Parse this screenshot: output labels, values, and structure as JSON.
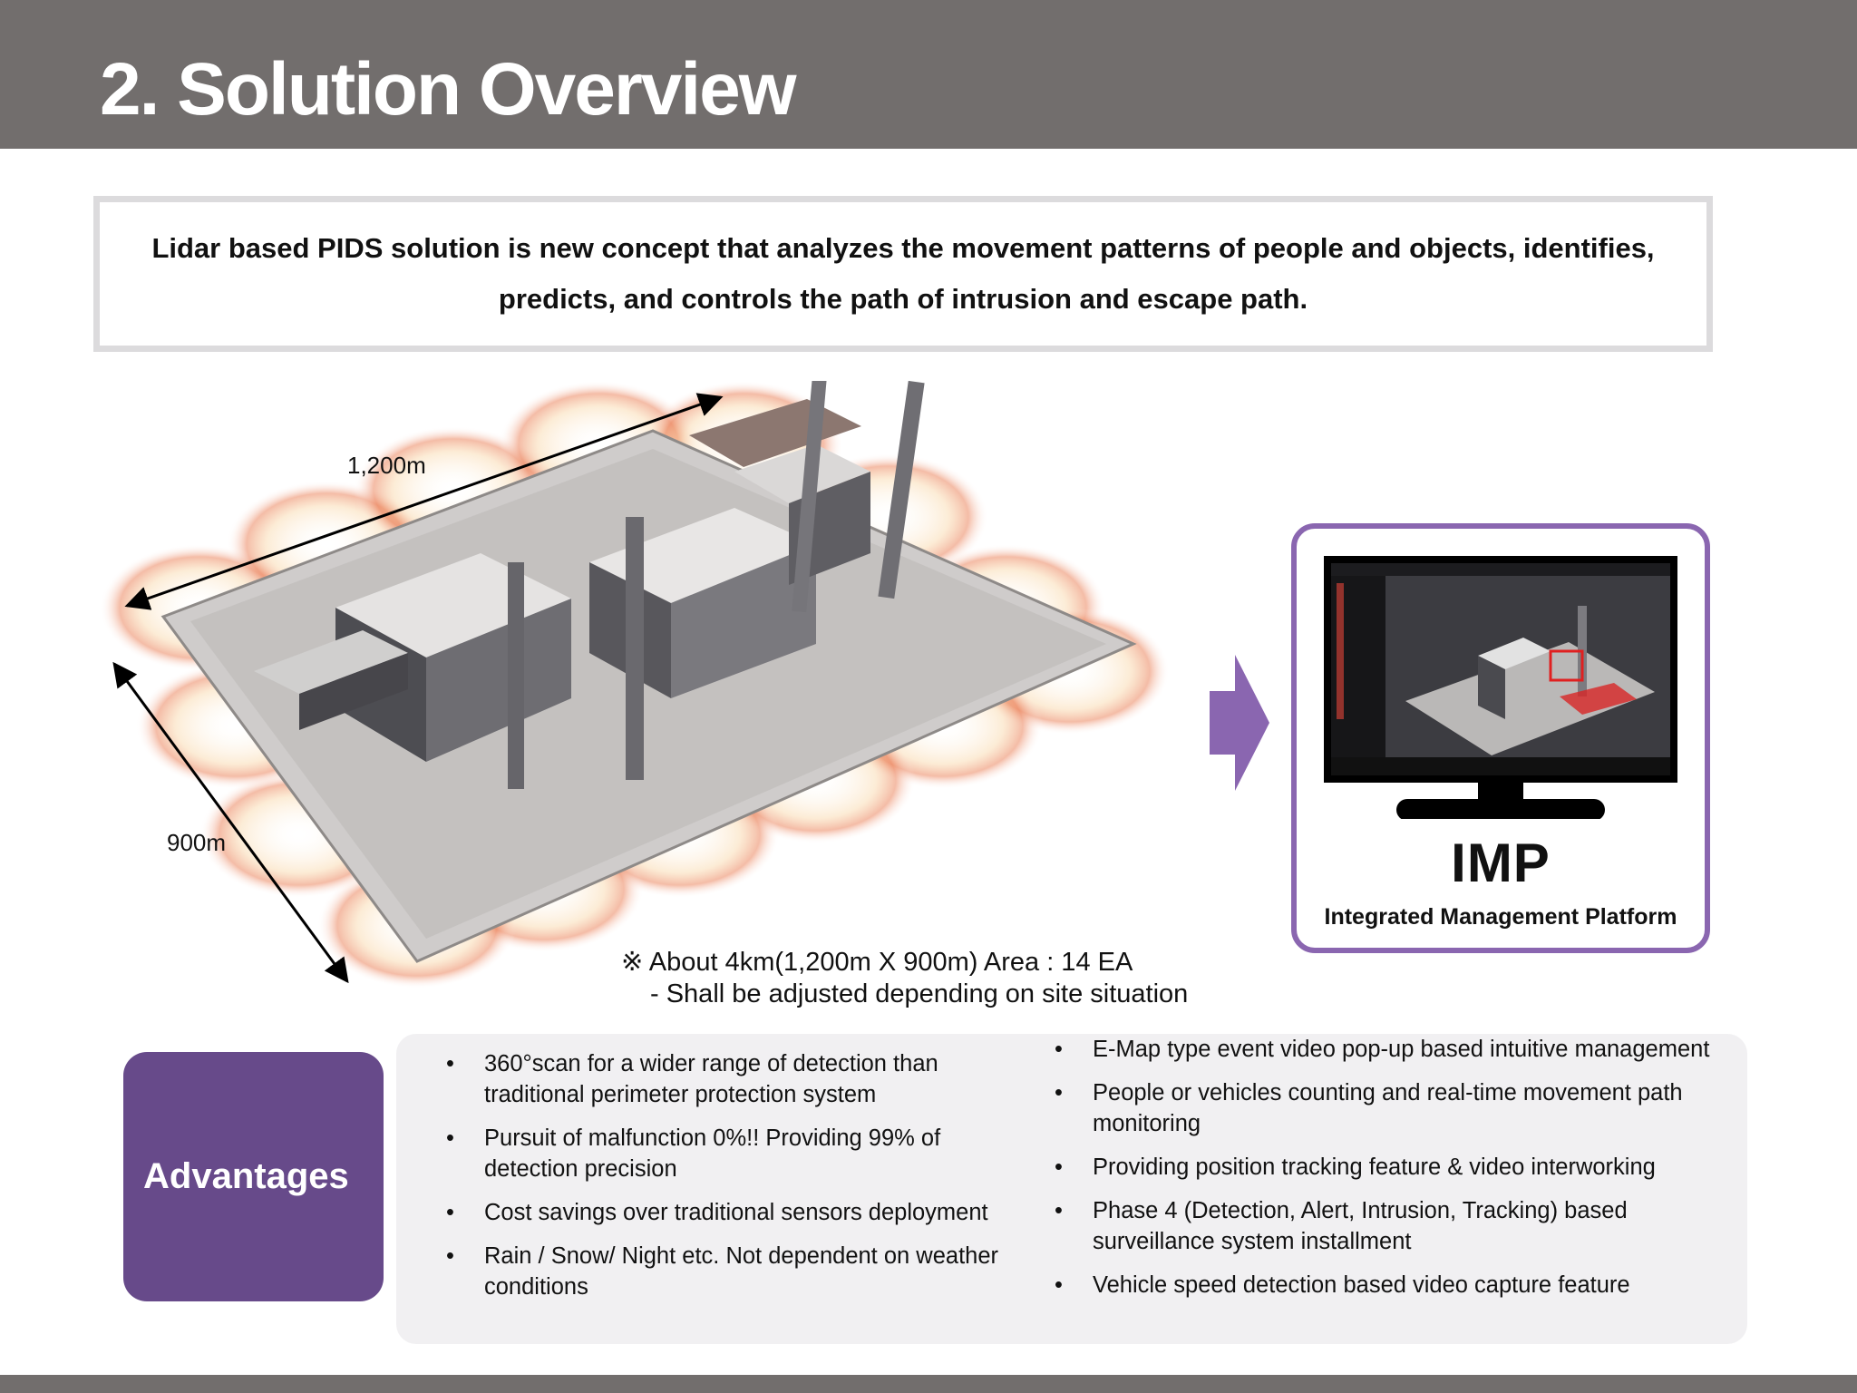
{
  "header": {
    "title": "2. Solution Overview"
  },
  "summary": "Lidar based PIDS solution is new concept that analyzes the movement patterns of people and objects, identifies, predicts, and controls the path of intrusion and escape path.",
  "site": {
    "width_label": "1,200m",
    "depth_label": "900m"
  },
  "note": {
    "line1": "※ About 4km(1,200m X 900m) Area : 14 EA",
    "line2": "- Shall be adjusted depending on site situation"
  },
  "imp": {
    "title": "IMP",
    "subtitle": "Integrated Management Platform"
  },
  "advantages": {
    "label": "Advantages",
    "left": [
      "360°scan for a wider range of detection than traditional perimeter protection system",
      "Pursuit of malfunction 0%!!  Providing 99% of detection precision",
      "Cost savings over traditional sensors deployment",
      "Rain / Snow/ Night etc. Not dependent on weather conditions"
    ],
    "right": [
      "E-Map type event video pop-up based intuitive management",
      "People or vehicles counting and real-time movement path monitoring",
      "Providing position tracking feature & video interworking",
      "Phase 4 (Detection, Alert, Intrusion, Tracking) based surveillance system installment",
      "Vehicle speed detection based video capture feature"
    ]
  },
  "colors": {
    "header": "#726e6d",
    "accent": "#674a8a",
    "card_border": "#8a66b0",
    "panel": "#f1f0f2"
  }
}
